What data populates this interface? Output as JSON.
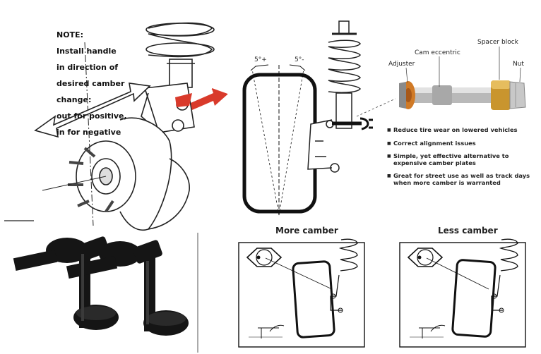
{
  "note": {
    "lines": [
      "NOTE:",
      "Install handle",
      "in direction of",
      "desired camber",
      "change:",
      "out for positive,",
      "in for negative"
    ]
  },
  "angles": {
    "left": "5°+",
    "right": "5°-"
  },
  "parts": {
    "adjuster": "Adjuster",
    "cam": "Cam eccentric",
    "spacer": "Spacer block",
    "nut": "Nut"
  },
  "benefits": [
    "Reduce tire wear on lowered vehicles",
    "Correct alignment issues",
    "Simple, yet effective alternative to expensive camber plates",
    "Great for street use as well as track days when more camber is warranted"
  ],
  "panels": {
    "more": "More camber",
    "less": "Less camber"
  },
  "colors": {
    "arrow_red": "#d93a2b",
    "bolt_black": "#151515",
    "spacer_gold": "#c9952e",
    "adjuster_orange": "#d07a26",
    "metal": "#b9b9b9"
  }
}
